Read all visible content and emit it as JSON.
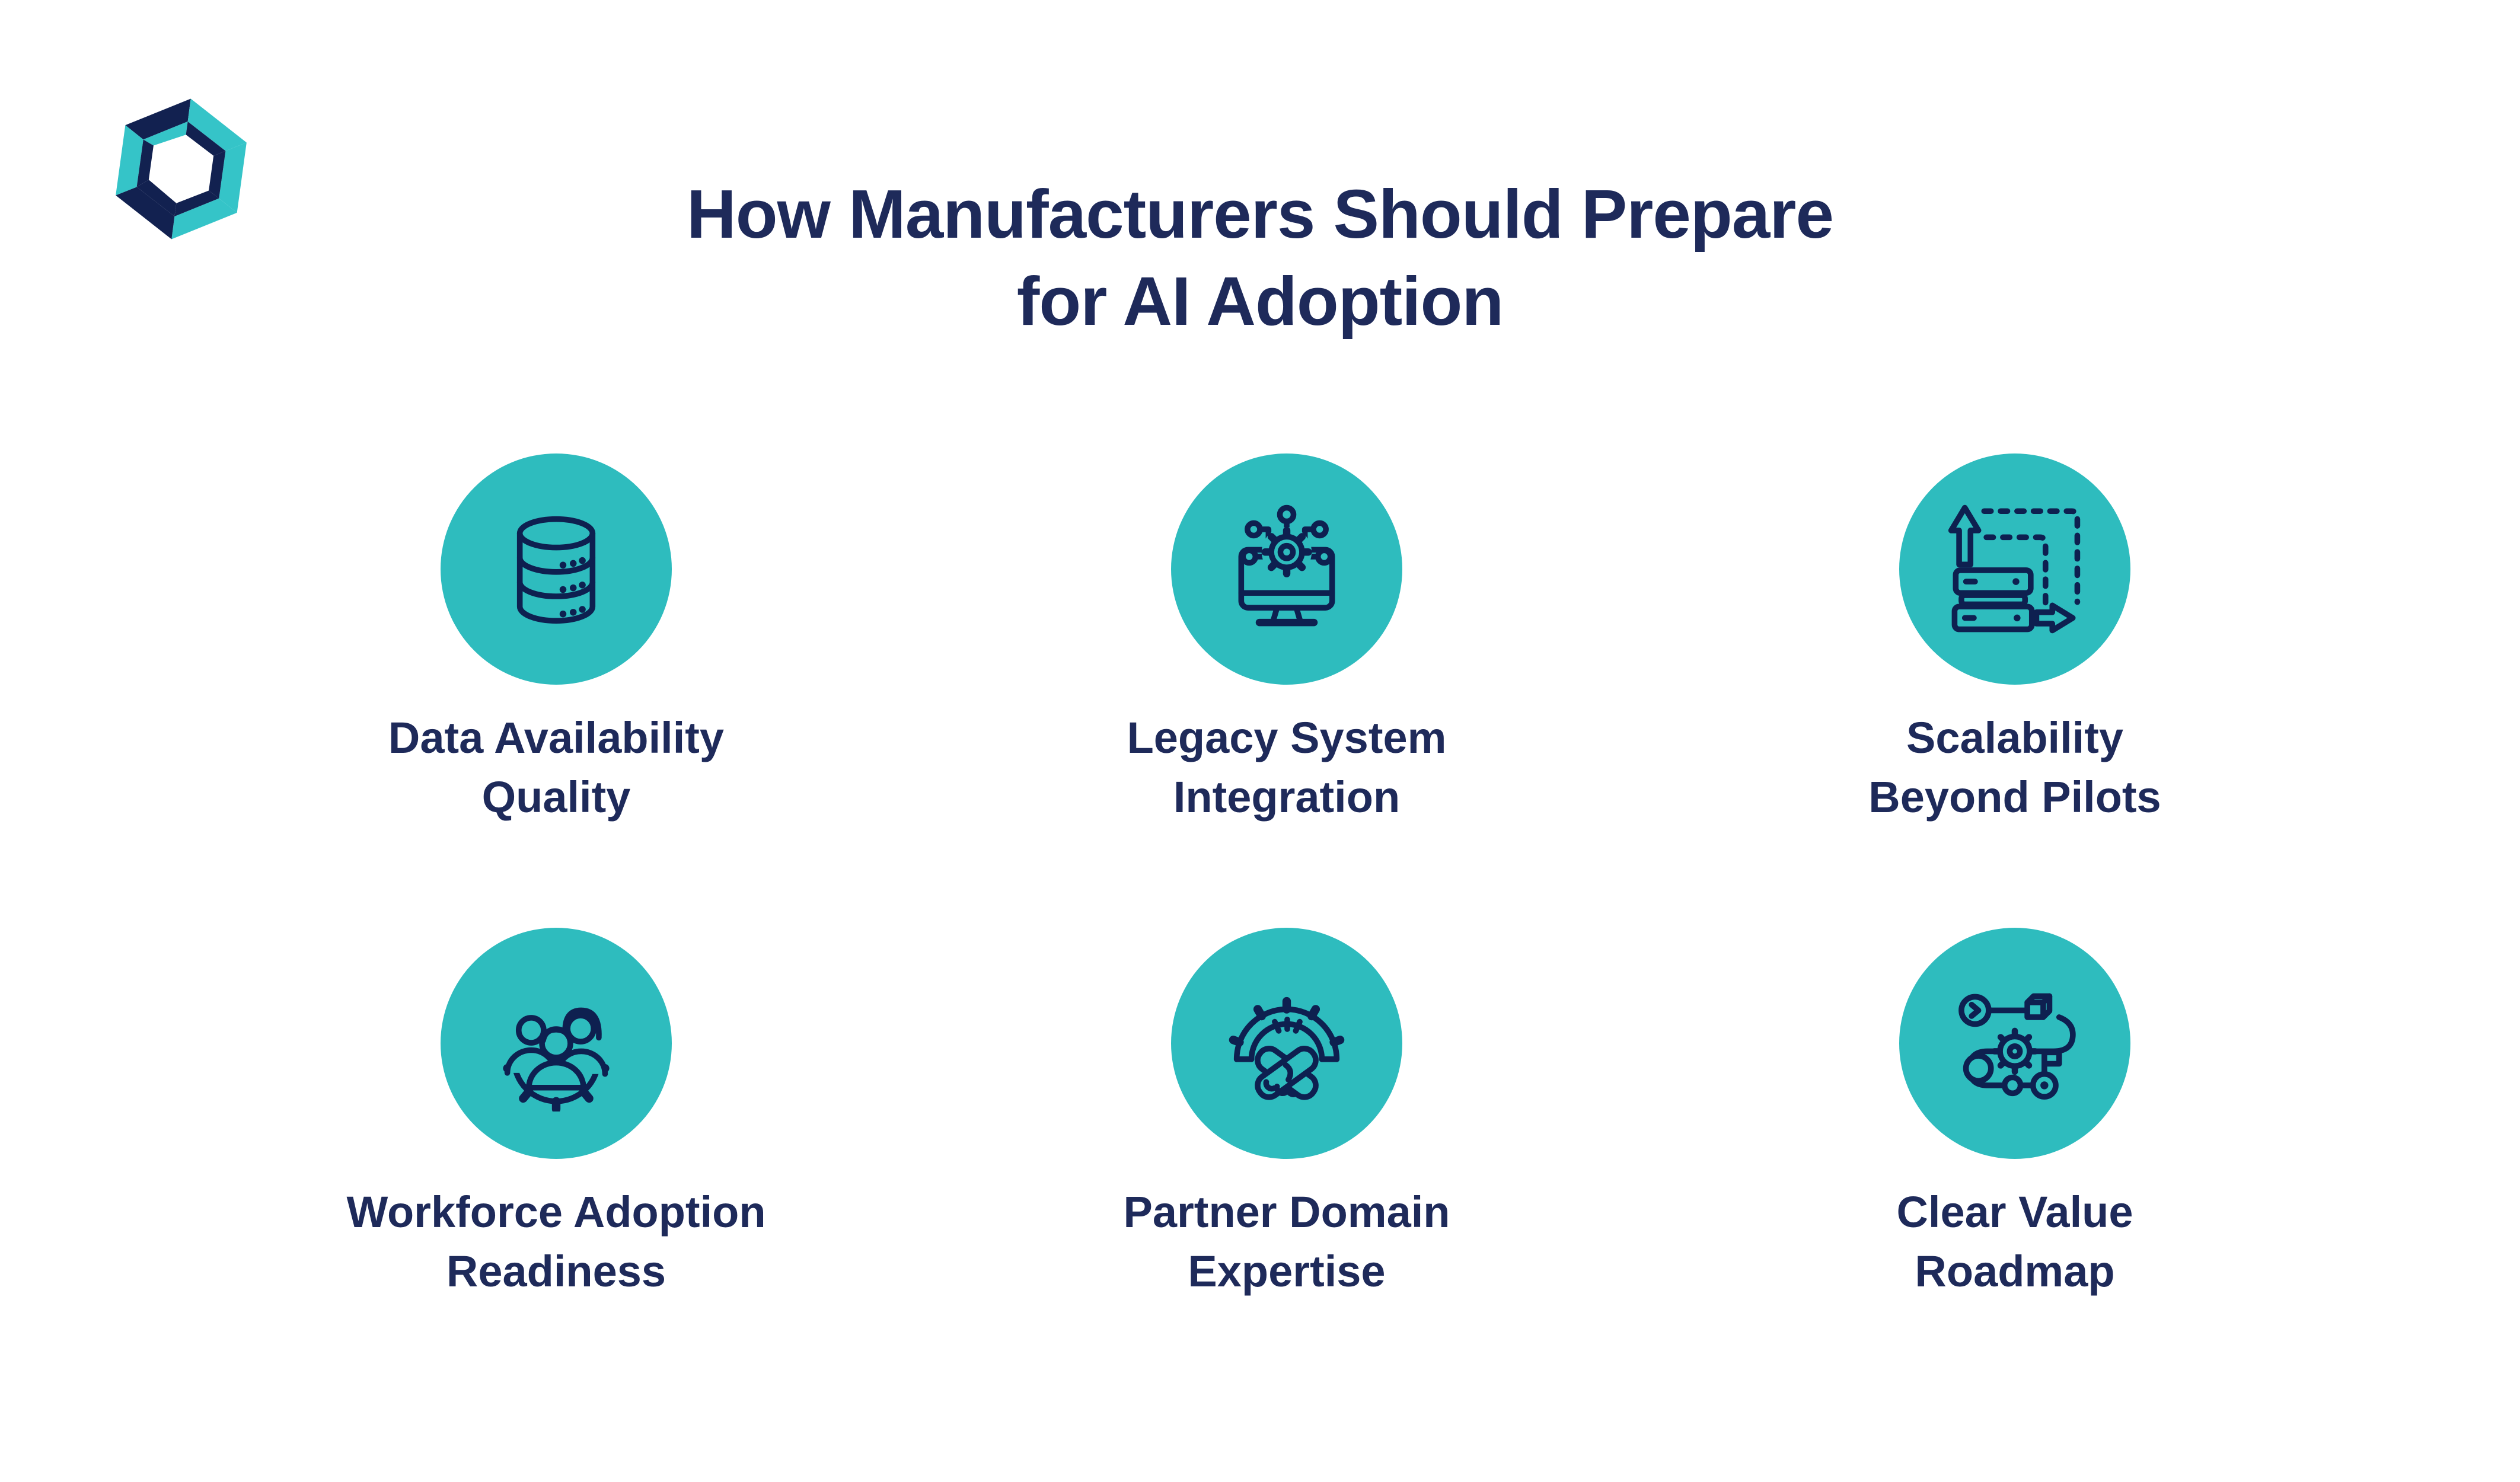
{
  "title": {
    "line1": "How Manufacturers Should Prepare",
    "line2": "for AI Adoption"
  },
  "logo": {
    "name": "interlocked-hexagon-logo"
  },
  "colors": {
    "circle_teal": "#2EBCBE",
    "icon_navy": "#0E2050",
    "text_navy": "#1E2A5A",
    "logo_teal": "#35C4C8",
    "logo_navy": "#122150",
    "background": "#FFFFFF"
  },
  "items": [
    {
      "icon": "database-icon",
      "line1": "Data Availability",
      "line2": "Quality"
    },
    {
      "icon": "legacy-system-icon",
      "line1": "Legacy System",
      "line2": "Integration"
    },
    {
      "icon": "scalability-icon",
      "line1": "Scalability",
      "line2": "Beyond Pilots"
    },
    {
      "icon": "workforce-icon",
      "line1": "Workforce Adoption",
      "line2": "Readiness"
    },
    {
      "icon": "partnership-icon",
      "line1": "Partner Domain",
      "line2": "Expertise"
    },
    {
      "icon": "roadmap-icon",
      "line1": "Clear Value",
      "line2": "Roadmap"
    }
  ]
}
